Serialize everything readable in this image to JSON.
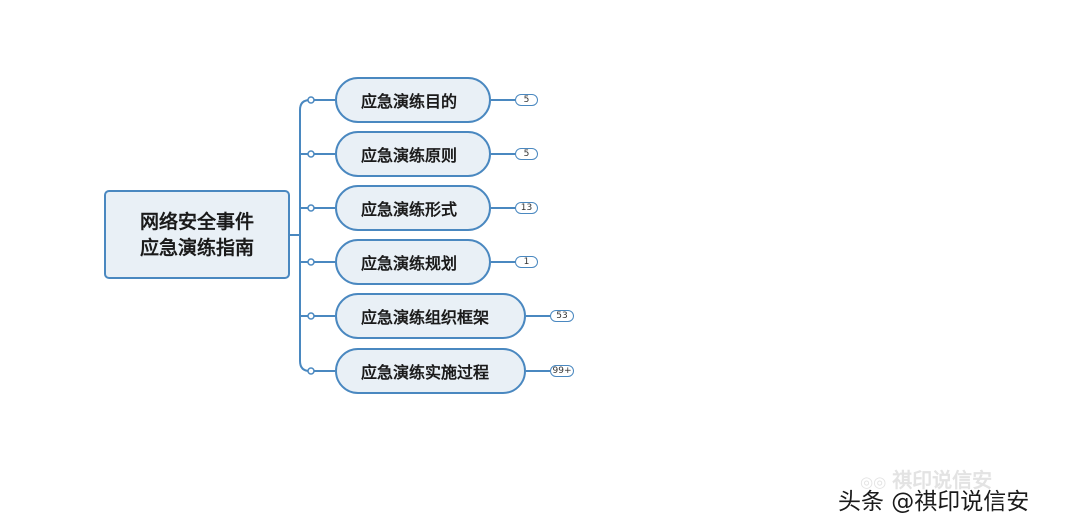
{
  "central": {
    "line1": "网络安全事件",
    "line2": "应急演练指南"
  },
  "topics": [
    {
      "label": "应急演练目的",
      "count": "5"
    },
    {
      "label": "应急演练原则",
      "count": "5"
    },
    {
      "label": "应急演练形式",
      "count": "13"
    },
    {
      "label": "应急演练规划",
      "count": "1"
    },
    {
      "label": "应急演练组织框架",
      "count": "53"
    },
    {
      "label": "应急演练实施过程",
      "count": "99+"
    }
  ],
  "watermark": {
    "faint": "祺印说信安",
    "main": "头条 @祺印说信安"
  },
  "colors": {
    "border": "#4a88c0",
    "fill": "#e9f0f6"
  }
}
